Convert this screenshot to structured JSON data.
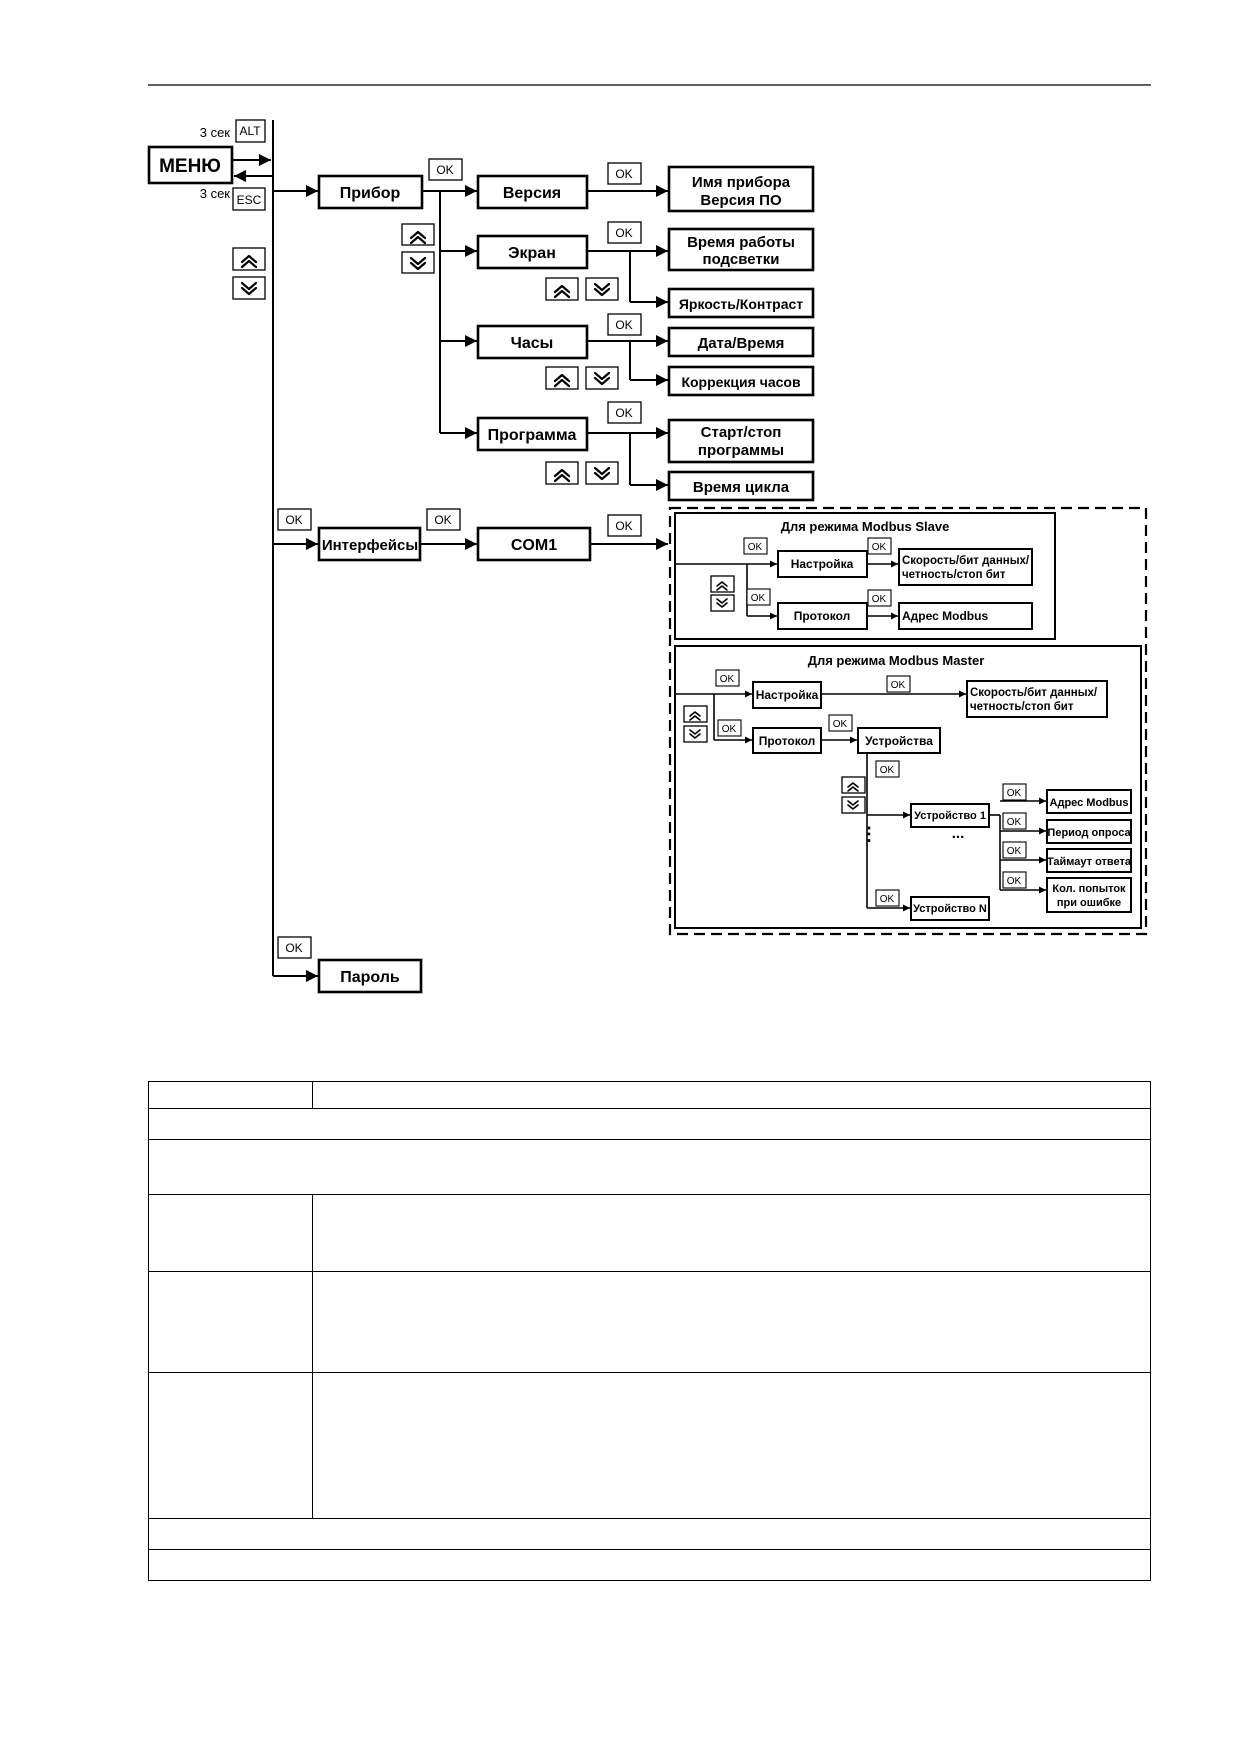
{
  "menu": {
    "root": "МЕНЮ",
    "hold_alt": "3 сек",
    "hold_esc": "3 сек",
    "key_alt": "ALT",
    "key_esc": "ESC",
    "key_ok": "OK"
  },
  "device": {
    "label": "Прибор",
    "version": {
      "label": "Версия",
      "result_line1": "Имя прибора",
      "result_line2": "Версия ПО"
    },
    "screen": {
      "label": "Экран",
      "backlight_line1": "Время работы",
      "backlight_line2": "подсветки",
      "brightness": "Яркость/Контраст"
    },
    "clock": {
      "label": "Часы",
      "datetime": "Дата/Время",
      "correction": "Коррекция часов"
    },
    "program": {
      "label": "Программа",
      "startstop_line1": "Старт/стоп",
      "startstop_line2": "программы",
      "cycle_time": "Время цикла"
    }
  },
  "interfaces": {
    "label": "Интерфейсы",
    "port": "COM1",
    "slave": {
      "title": "Для режима Modbus Slave",
      "setup": "Настройка",
      "setup_result_line1": "Скорость/бит данных/",
      "setup_result_line2": "четность/стоп бит",
      "protocol": "Протокол",
      "protocol_result": "Адрес Modbus"
    },
    "master": {
      "title": "Для режима Modbus Master",
      "setup": "Настройка",
      "setup_result_line1": "Скорость/бит данных/",
      "setup_result_line2": "четность/стоп бит",
      "protocol": "Протокол",
      "devices": "Устройства",
      "device_1": "Устройство 1",
      "device_n": "Устройство N",
      "ellipsis_v": "⋮",
      "ellipsis_h": "...",
      "addr": "Адрес Modbus",
      "poll": "Период опроса",
      "timeout": "Таймаут ответа",
      "retries_line1": "Кол. попыток",
      "retries_line2": "при ошибке"
    }
  },
  "password": {
    "label": "Пароль"
  }
}
